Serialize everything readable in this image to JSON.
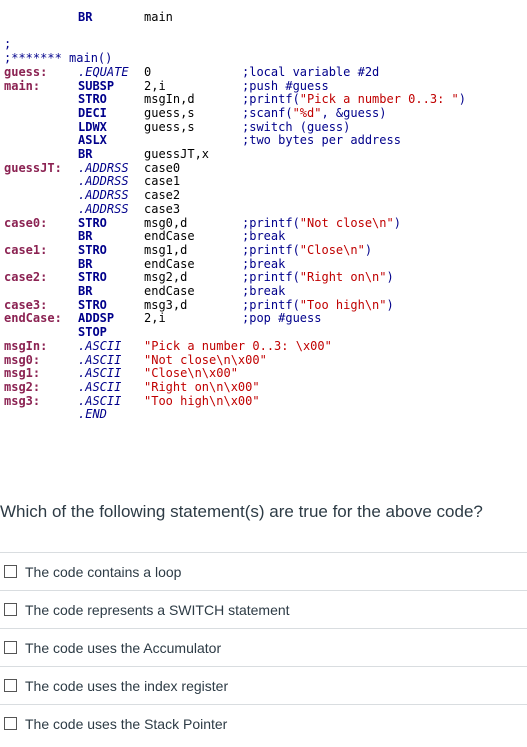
{
  "code": {
    "lines": [
      {
        "label": "",
        "mnemonic": "BR",
        "operand": "main",
        "comment": ""
      },
      {
        "label": "",
        "mnemonic": "",
        "operand": "",
        "comment": "",
        "blank": true
      },
      {
        "full_comment": ";"
      },
      {
        "full_comment": ";******* main()"
      },
      {
        "label": "guess:",
        "mnemonic": ".EQUATE",
        "directive": true,
        "operand": "0",
        "comment": ";local variable #2d"
      },
      {
        "label": "main:",
        "mnemonic": "SUBSP",
        "operand": "2,i",
        "comment": ";push #guess"
      },
      {
        "label": "",
        "mnemonic": "STRO",
        "operand": "msgIn,d",
        "comment_pre": ";printf(",
        "comment_lit": "\"Pick a number 0..3: \"",
        "comment_post": ")"
      },
      {
        "label": "",
        "mnemonic": "DECI",
        "operand": "guess,s",
        "comment_pre": ";scanf(",
        "comment_lit": "\"%d\"",
        "comment_post": ", &guess)"
      },
      {
        "label": "",
        "mnemonic": "LDWX",
        "operand": "guess,s",
        "comment": ";switch (guess)"
      },
      {
        "label": "",
        "mnemonic": "ASLX",
        "operand": "",
        "comment": ";two bytes per address"
      },
      {
        "label": "",
        "mnemonic": "BR",
        "operand": "guessJT,x",
        "comment": ""
      },
      {
        "label": "guessJT:",
        "mnemonic": ".ADDRSS",
        "directive": true,
        "operand": "case0",
        "comment": ""
      },
      {
        "label": "",
        "mnemonic": ".ADDRSS",
        "directive": true,
        "operand": "case1",
        "comment": ""
      },
      {
        "label": "",
        "mnemonic": ".ADDRSS",
        "directive": true,
        "operand": "case2",
        "comment": ""
      },
      {
        "label": "",
        "mnemonic": ".ADDRSS",
        "directive": true,
        "operand": "case3",
        "comment": ""
      },
      {
        "label": "case0:",
        "mnemonic": "STRO",
        "operand": "msg0,d",
        "comment_pre": ";printf(",
        "comment_lit": "\"Not close\\n\"",
        "comment_post": ")"
      },
      {
        "label": "",
        "mnemonic": "BR",
        "operand": "endCase",
        "comment": ";break"
      },
      {
        "label": "case1:",
        "mnemonic": "STRO",
        "operand": "msg1,d",
        "comment_pre": ";printf(",
        "comment_lit": "\"Close\\n\"",
        "comment_post": ")"
      },
      {
        "label": "",
        "mnemonic": "BR",
        "operand": "endCase",
        "comment": ";break"
      },
      {
        "label": "case2:",
        "mnemonic": "STRO",
        "operand": "msg2,d",
        "comment_pre": ";printf(",
        "comment_lit": "\"Right on\\n\"",
        "comment_post": ")"
      },
      {
        "label": "",
        "mnemonic": "BR",
        "operand": "endCase",
        "comment": ";break"
      },
      {
        "label": "case3:",
        "mnemonic": "STRO",
        "operand": "msg3,d",
        "comment_pre": ";printf(",
        "comment_lit": "\"Too high\\n\"",
        "comment_post": ")"
      },
      {
        "label": "endCase:",
        "mnemonic": "ADDSP",
        "operand": "2,i",
        "comment": ";pop #guess"
      },
      {
        "label": "",
        "mnemonic": "STOP",
        "operand": "",
        "comment": ""
      },
      {
        "label": "msgIn:",
        "mnemonic": ".ASCII",
        "directive": true,
        "operand": "\"Pick a number 0..3: \\x00\"",
        "string": true,
        "comment": ""
      },
      {
        "label": "msg0:",
        "mnemonic": ".ASCII",
        "directive": true,
        "operand": "\"Not close\\n\\x00\"",
        "string": true,
        "comment": ""
      },
      {
        "label": "msg1:",
        "mnemonic": ".ASCII",
        "directive": true,
        "operand": "\"Close\\n\\x00\"",
        "string": true,
        "comment": ""
      },
      {
        "label": "msg2:",
        "mnemonic": ".ASCII",
        "directive": true,
        "operand": "\"Right on\\n\\x00\"",
        "string": true,
        "comment": ""
      },
      {
        "label": "msg3:",
        "mnemonic": ".ASCII",
        "directive": true,
        "operand": "\"Too high\\n\\x00\"",
        "string": true,
        "comment": ""
      },
      {
        "label": "",
        "mnemonic": ".END",
        "directive": true,
        "operand": "",
        "comment": ""
      }
    ]
  },
  "question": {
    "text": "Which of the following statement(s) are true for the above code?",
    "options": [
      {
        "label": "The code contains a loop",
        "checked": false
      },
      {
        "label": "The code represents a SWITCH statement",
        "checked": false
      },
      {
        "label": "The code uses the Accumulator",
        "checked": false
      },
      {
        "label": "The code uses the index register",
        "checked": false
      },
      {
        "label": "The code uses the Stack Pointer",
        "checked": false
      }
    ]
  },
  "colors": {
    "label": "#8b2252",
    "mnemonic": "#00008b",
    "comment": "#00008b",
    "string": "#c00000",
    "text": "#2d3b45",
    "divider": "#d9dde0"
  }
}
